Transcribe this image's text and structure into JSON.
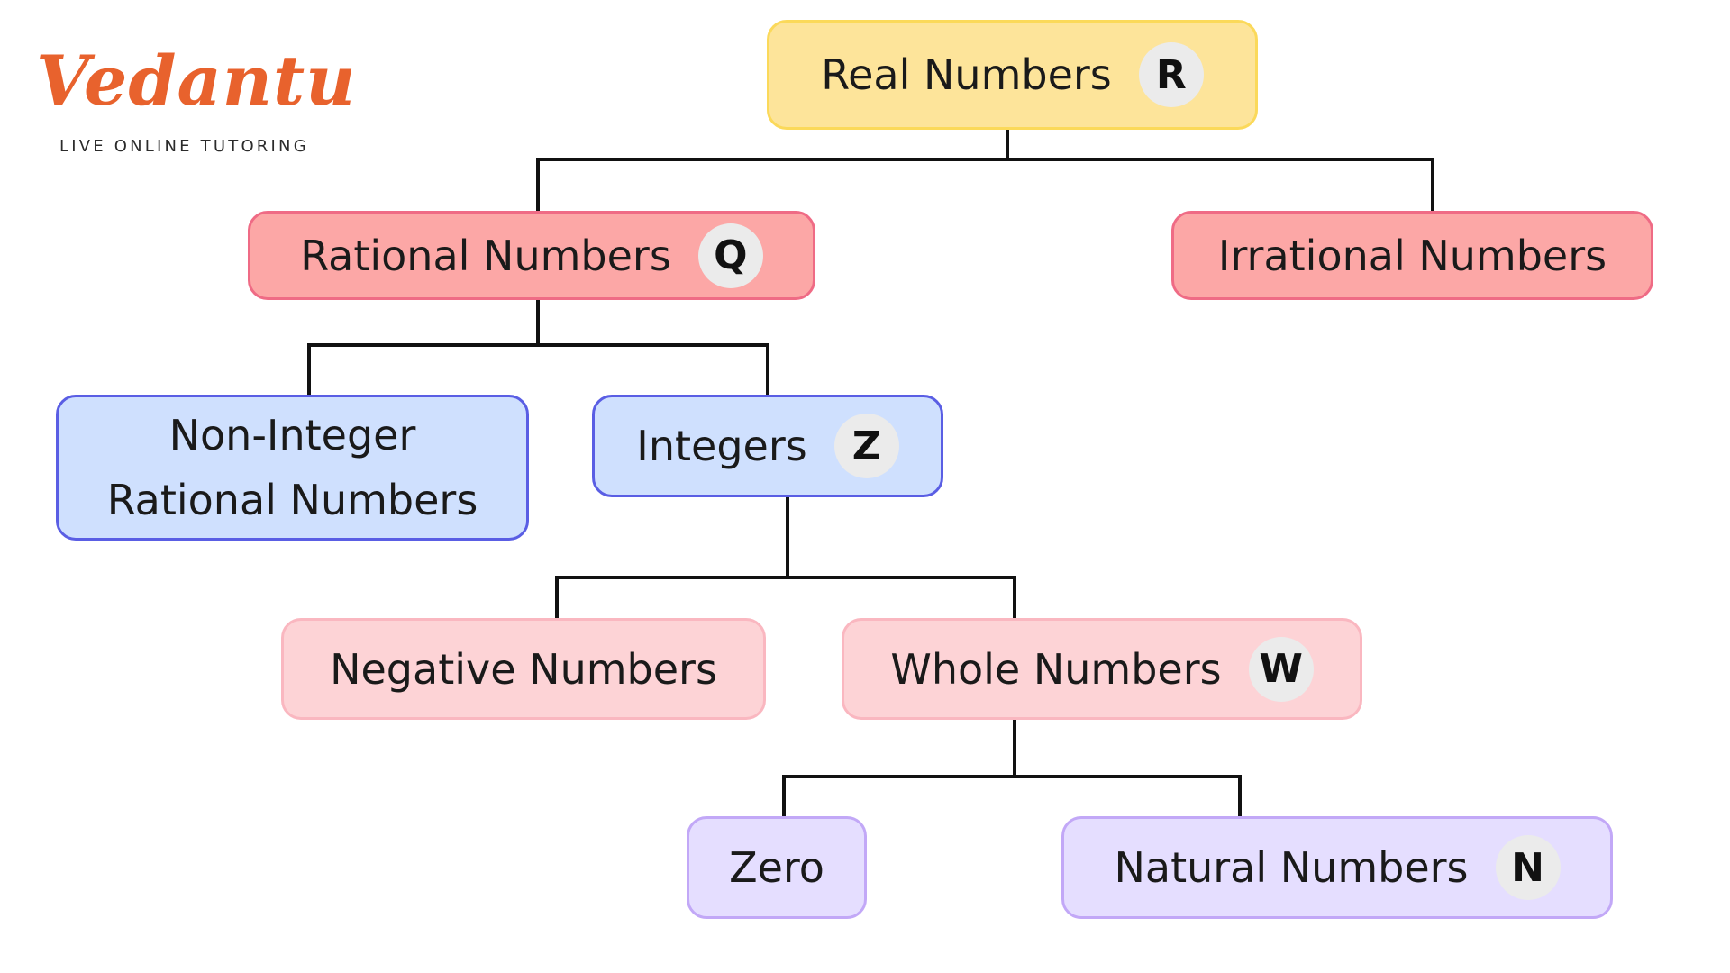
{
  "logo": {
    "wordmark": "Vedantu",
    "tagline": "LIVE ONLINE TUTORING",
    "color": "#e8622d"
  },
  "nodes": {
    "real": {
      "label": "Real Numbers",
      "symbol": "R"
    },
    "rational": {
      "label": "Rational Numbers",
      "symbol": "Q"
    },
    "irrational": {
      "label": "Irrational Numbers"
    },
    "non_integer": {
      "label": "Non-Integer Rational Numbers"
    },
    "integers": {
      "label": "Integers",
      "symbol": "Z"
    },
    "negative": {
      "label": "Negative Numbers"
    },
    "whole": {
      "label": "Whole Numbers",
      "symbol": "W"
    },
    "zero": {
      "label": "Zero"
    },
    "natural": {
      "label": "Natural Numbers",
      "symbol": "N"
    }
  },
  "edges": [
    {
      "from": "real",
      "to": [
        "rational",
        "irrational"
      ]
    },
    {
      "from": "rational",
      "to": [
        "non_integer",
        "integers"
      ]
    },
    {
      "from": "integers",
      "to": [
        "negative",
        "whole"
      ]
    },
    {
      "from": "whole",
      "to": [
        "zero",
        "natural"
      ]
    }
  ],
  "colors": {
    "line": "#111111",
    "yellow": "#fde49a",
    "red": "#fca7a6",
    "pink": "#fdd3d6",
    "blue": "#cfe0fe",
    "purple": "#e5deff",
    "badge": "#ebebeb"
  }
}
